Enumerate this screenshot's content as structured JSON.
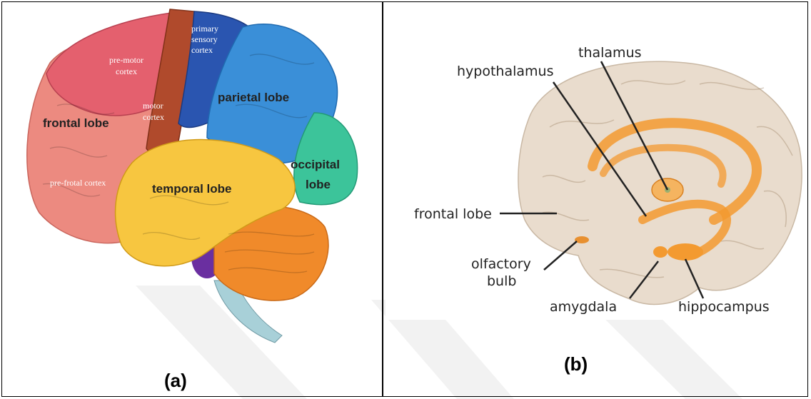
{
  "panel_a": {
    "caption": "(a)",
    "labels": {
      "primary_sensory_cortex": [
        "primary",
        "sensory",
        "cortex"
      ],
      "pre_motor_cortex": [
        "pre-motor",
        "cortex"
      ],
      "motor_cortex": [
        "motor",
        "cortex"
      ],
      "parietal_lobe": "parietal lobe",
      "frontal_lobe": "frontal lobe",
      "occipital_lobe": [
        "occipital",
        "lobe"
      ],
      "temporal_lobe": "temporal lobe",
      "pre_frontal_cortex": "pre-frotal cortex"
    },
    "colors": {
      "frontal": "#ec8a80",
      "premotor": "#e4606e",
      "motor": "#b04a2c",
      "sensory": "#2a55b0",
      "parietal": "#3a8fd8",
      "occipital": "#3cc49a",
      "temporal": "#f7c640",
      "cerebellum": "#f08a2a",
      "stem": "#a8d0d8",
      "pons": "#6a2fa0"
    }
  },
  "panel_b": {
    "caption": "(b)",
    "labels": {
      "thalamus": "thalamus",
      "hypothalamus": "hypothalamus",
      "frontal_lobe": "frontal lobe",
      "olfactory_bulb": [
        "olfactory",
        "bulb"
      ],
      "amygdala": "amygdala",
      "hippocampus": "hippocampus"
    },
    "colors": {
      "brain": "#e9dccd",
      "limbic": "#f39a30"
    }
  }
}
